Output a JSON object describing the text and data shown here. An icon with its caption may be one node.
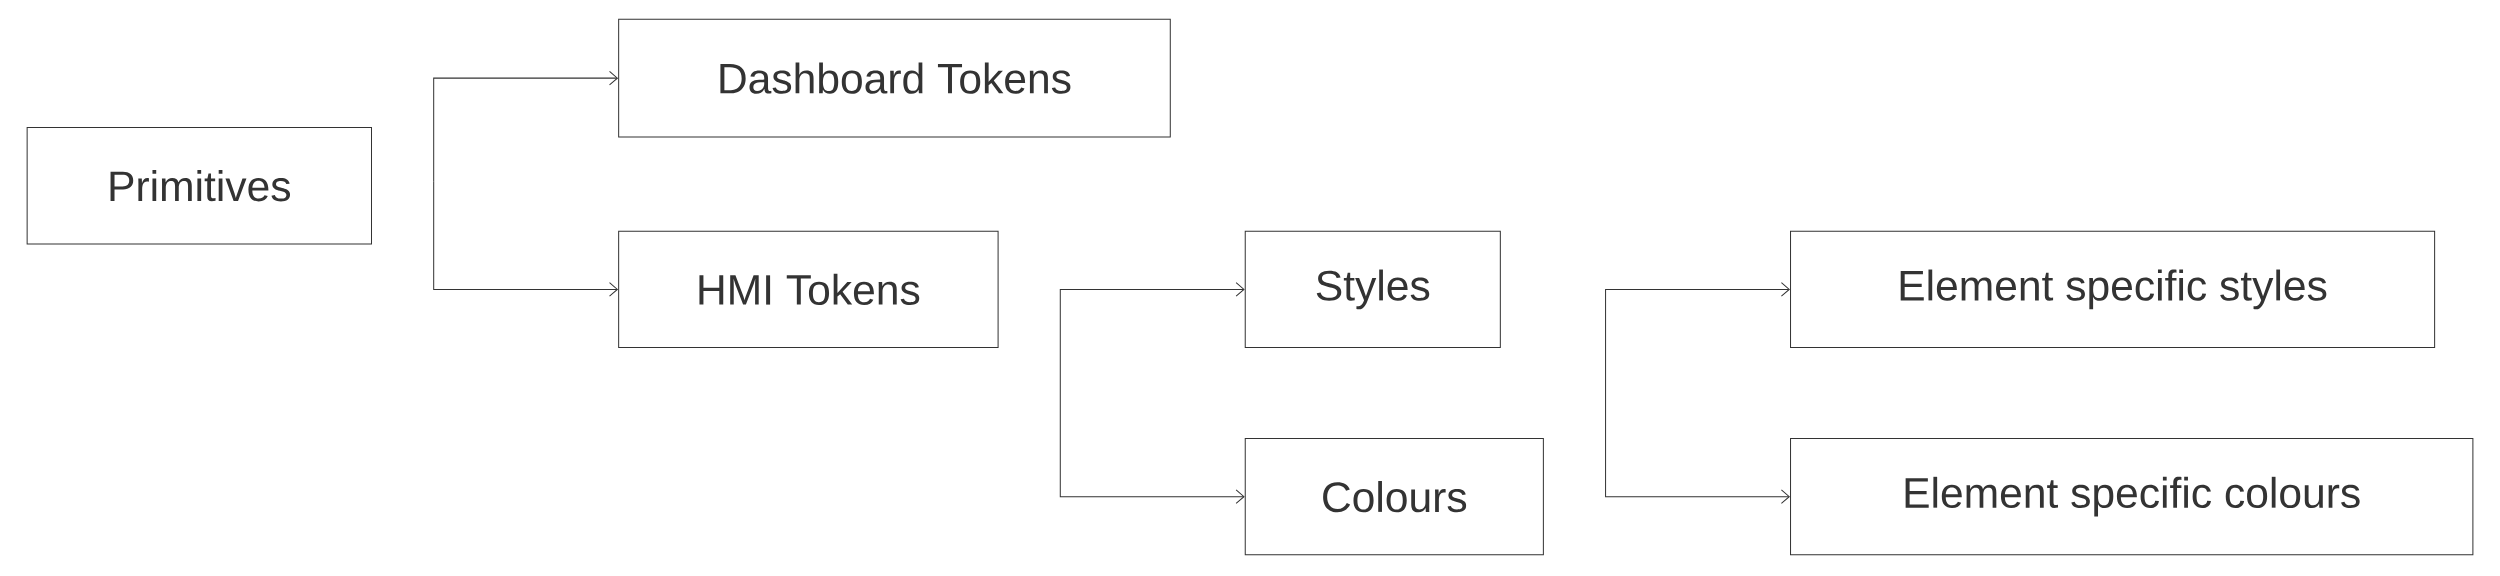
{
  "diagram": {
    "nodes": [
      {
        "text": [
          "Primitives"
        ]
      },
      {
        "text": [
          "Dashboard Tokens"
        ]
      },
      {
        "text": [
          "HMI Tokens"
        ]
      },
      {
        "text": [
          "Styles"
        ]
      },
      {
        "text": [
          "Colours"
        ]
      },
      {
        "text": [
          "Element specific styles"
        ]
      },
      {
        "text": [
          "Element specific colours"
        ]
      }
    ],
    "edges": [
      {
        "from": null,
        "to": 1,
        "arrow": "to"
      },
      {
        "from": null,
        "to": 2,
        "arrow": "to"
      },
      {
        "from": null,
        "to": 3,
        "arrow": "to"
      },
      {
        "from": null,
        "to": 4,
        "arrow": "to"
      },
      {
        "from": null,
        "to": 5,
        "arrow": "to"
      },
      {
        "from": null,
        "to": 6,
        "arrow": "to"
      }
    ]
  }
}
